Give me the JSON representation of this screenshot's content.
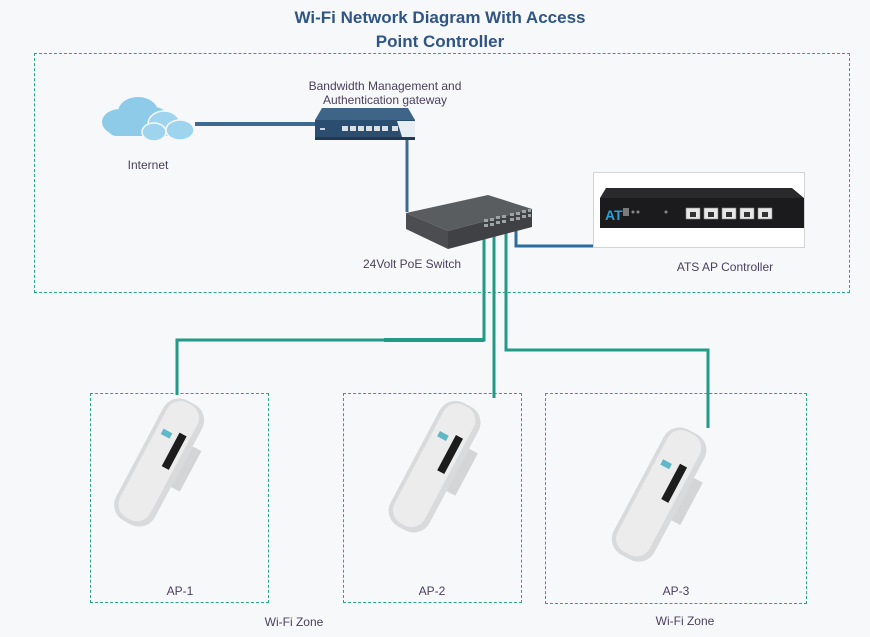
{
  "title": {
    "line1": "Wi-Fi Network Diagram With Access",
    "line2": "Point Controller"
  },
  "nodes": {
    "internet": {
      "label": "Internet",
      "icon": "cloud-icon"
    },
    "gateway": {
      "label_line1": "Bandwidth Management and",
      "label_line2": "Authentication gateway",
      "icon": "rack-gateway-icon"
    },
    "switch": {
      "label": "24Volt PoE Switch",
      "icon": "poe-switch-icon"
    },
    "controller": {
      "label": "ATS AP Controller",
      "icon": "ap-controller-icon",
      "brand": "AT"
    },
    "access_points": [
      {
        "label": "AP-1",
        "icon": "outdoor-access-point-icon"
      },
      {
        "label": "AP-2",
        "icon": "outdoor-access-point-icon"
      },
      {
        "label": "AP-3",
        "icon": "outdoor-access-point-icon"
      }
    ]
  },
  "zones": [
    {
      "label": "Wi-Fi Zone"
    },
    {
      "label": "Wi-Fi Zone"
    }
  ],
  "colors": {
    "title": "#2f5585",
    "uplink_wire": "#3d6a93",
    "poe_wire": "#229a85",
    "zone_border": "#2aa38c",
    "label_text": "#4a3f5e"
  }
}
